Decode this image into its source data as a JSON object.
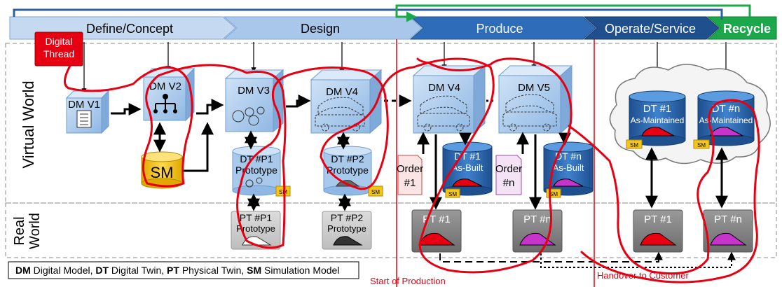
{
  "phases": {
    "define": "Define/Concept",
    "design": "Design",
    "produce": "Produce",
    "operate": "Operate/Service",
    "recycle": "Recycle"
  },
  "rows": {
    "virtual": "Virtual World",
    "real_1": "Real",
    "real_2": "World"
  },
  "digital_thread": {
    "line1": "Digital",
    "line2": "Thread"
  },
  "models": {
    "dm_v1": "DM V1",
    "dm_v2": "DM V2",
    "dm_v3": "DM V3",
    "dm_v4a": "DM V4",
    "dm_v4b": "DM V4",
    "dm_v5": "DM V5",
    "sm": "SM",
    "sm_small": "SM"
  },
  "twins": {
    "dt_p1": "DT #P1",
    "dt_p2": "DT #P2",
    "prototype": "Prototype",
    "dt_1": "DT #1",
    "dt_n": "DT #n",
    "as_built": "As-Built",
    "as_maintained_1": "As-Maintained",
    "as_maintained_n": "As-Maintained"
  },
  "orders": {
    "o1_a": "Order",
    "o1_b": "#1",
    "on_a": "Order",
    "on_b": "#n"
  },
  "physical": {
    "pt_p1": "PT #P1",
    "pt_p2": "PT #P2",
    "prototype": "Prototype",
    "pt_1": "PT #1",
    "pt_n": "PT #n",
    "pt_1b": "PT #1",
    "pt_nb": "PT #n"
  },
  "legend": {
    "dm": "DM",
    "dm_text": " Digital Model, ",
    "dt": "DT",
    "dt_text": " Digital Twin, ",
    "pt": "PT",
    "pt_text": " Physical Twin, ",
    "sm": "SM",
    "sm_text": " Simulation Model"
  },
  "markers": {
    "start": "Start of Production",
    "handover": "Handover to Customer"
  },
  "colors": {
    "phase_light": "#a9c7ea",
    "phase_mid": "#5b8fd1",
    "phase_dark": "#2e5f9e",
    "recycle": "#1aa84b",
    "thread": "#e60012",
    "cube": "#9dc3ea",
    "cylinder": "#2d6bb5",
    "sm_cylinder": "#f5c518",
    "pt_box": "#8c8c8c"
  }
}
